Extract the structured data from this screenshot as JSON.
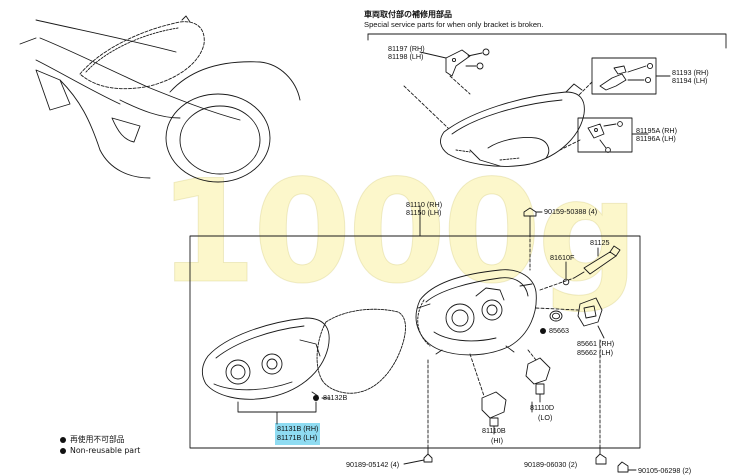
{
  "header": {
    "jp": "車両取付部の補修用部品",
    "en": "Special service parts for when only bracket is broken."
  },
  "watermark": "1000g",
  "colors": {
    "highlight": "#8fdcf2",
    "watermark": "#f6ecaa",
    "line": "#1a1a1a"
  },
  "labels": {
    "bracket_upper_rh": "81197 (RH)",
    "bracket_upper_lh": "81198 (LH)",
    "bracket_right_rh": "81193 (RH)",
    "bracket_right_lh": "81194 (LH)",
    "bracket_lower_rh": "81195A (RH)",
    "bracket_lower_lh": "81196A (LH)",
    "assy_rh": "81110 (RH)",
    "assy_lh": "81150 (LH)",
    "screw_top": "90159-50388 (4)",
    "part_81125": "81125",
    "part_81610f": "81610F",
    "part_85663": "85663",
    "socket_rh": "85661 (RH)",
    "socket_lh": "85662 (LH)",
    "part_81132b": "81132B",
    "lens_rh": "81131B (RH)",
    "lens_lh": "81171B (LH)",
    "bulb_lo_no": "81110D",
    "bulb_lo": "(LO)",
    "bulb_hi_no": "81110B",
    "bulb_hi": "(HI)",
    "screw_left": "90189-05142 (4)",
    "screw_mid": "90189-06030 (2)",
    "screw_right": "90105-06298 (2)"
  },
  "legend": {
    "jp": "再使用不可部品",
    "en": "Non-reusable part"
  }
}
